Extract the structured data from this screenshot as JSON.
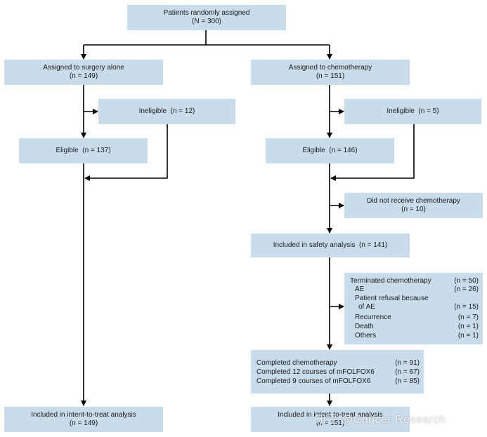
{
  "boxes": {
    "randomized": {
      "line1": "Patients randomly assigned",
      "line2": "(N = 300)"
    },
    "surgery": {
      "line1": "Assigned to surgery alone",
      "line2": "(n = 149)"
    },
    "chemo": {
      "line1": "Assigned to chemotherapy",
      "line2": "(n = 151)"
    },
    "inelig_surgery": {
      "text": "Ineligible  (n = 12)"
    },
    "inelig_chemo": {
      "text": "Ineligible  (n = 5)"
    },
    "elig_surgery": {
      "text": "Eligible  (n = 137)"
    },
    "elig_chemo": {
      "text": "Eligible  (n = 146)"
    },
    "no_chemo": {
      "line1": "Did not receive chemotherapy",
      "line2": "(n = 10)"
    },
    "safety": {
      "text": "Included in safety analysis  (n = 141)"
    },
    "terminated": {
      "rows": [
        {
          "label": "Terminated chemotherapy",
          "count": "(n = 50)"
        },
        {
          "label": "AE",
          "count": "(n = 26)"
        },
        {
          "label": "Patient refusal because",
          "count": ""
        },
        {
          "label": "of AE",
          "count": "(n = 15)"
        },
        {
          "label": "Recurrence",
          "count": "(n = 7)"
        },
        {
          "label": "Death",
          "count": "(n = 1)"
        },
        {
          "label": "Others",
          "count": "(n = 1)"
        }
      ]
    },
    "completed": {
      "rows": [
        {
          "label": "Completed chemotherapy",
          "count": "(n = 91)"
        },
        {
          "label": "Completed 12 courses of mFOLFOX6",
          "count": "(n = 67)"
        },
        {
          "label": "Completed 9 courses of mFOLFOX6",
          "count": "(n = 85)"
        }
      ]
    },
    "itt_surgery": {
      "line1": "Included in intent-to-treat analysis",
      "line2": "(n = 149)"
    },
    "itt_chemo": {
      "line1": "Included in intent-to-treat analysis",
      "line2": "(n = 151)"
    }
  },
  "watermark": "知乎 @Cancer Research"
}
